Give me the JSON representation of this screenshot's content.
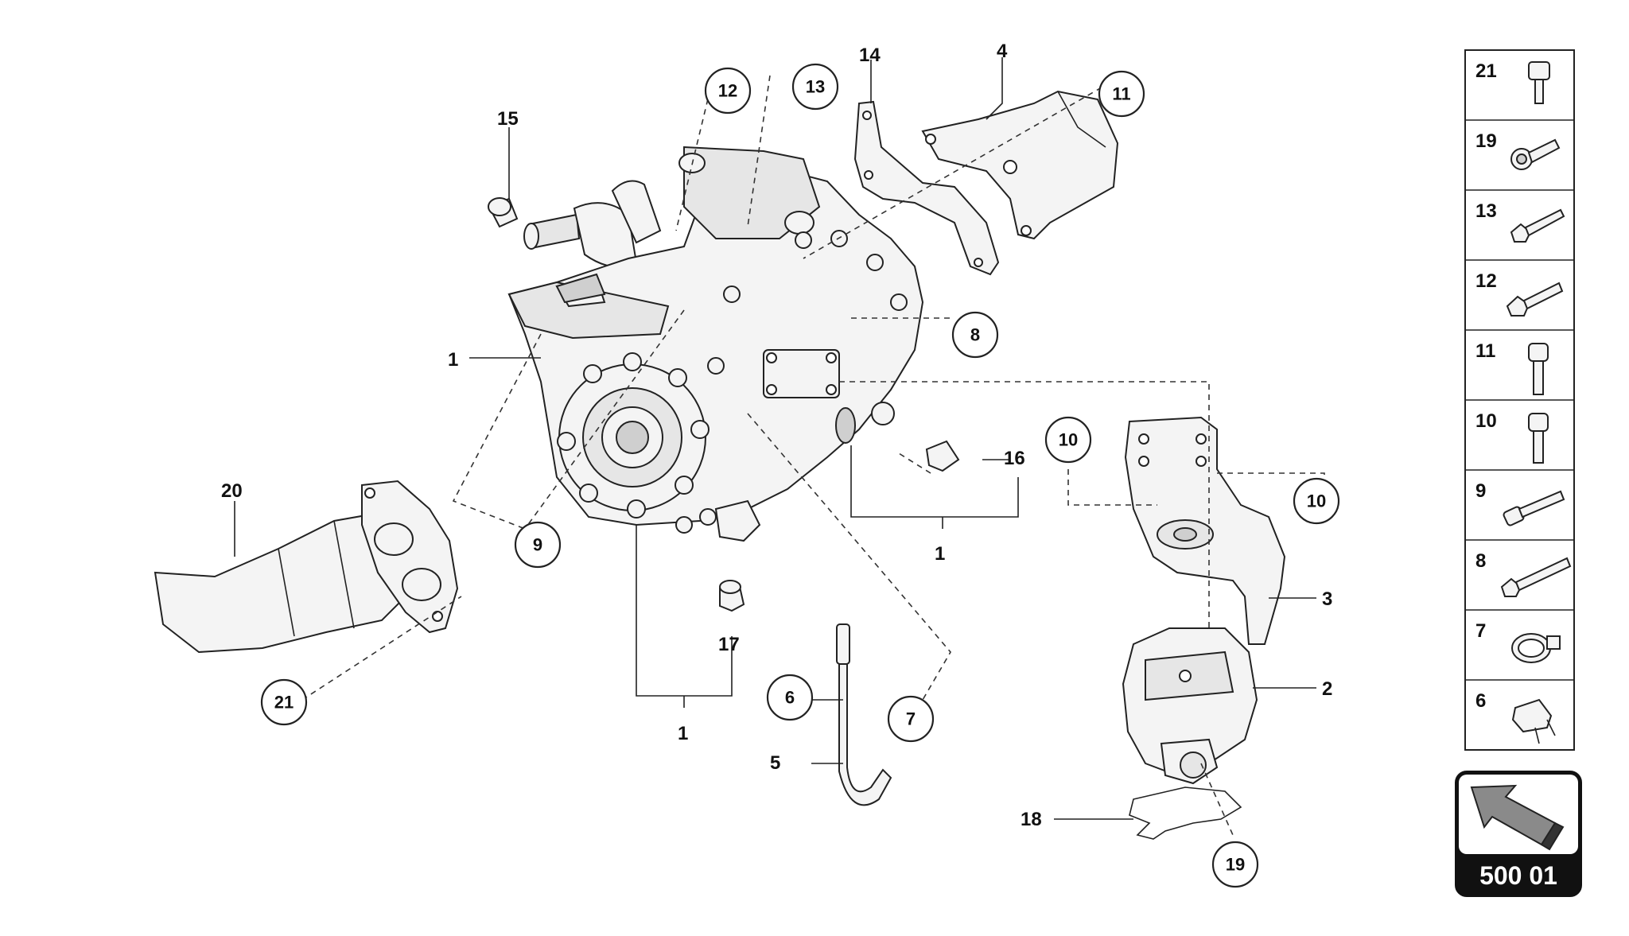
{
  "diagram": {
    "callouts": {
      "c1a": "1",
      "c1b": "1",
      "c1c": "1",
      "c2": "2",
      "c3": "3",
      "c4": "4",
      "c5": "5",
      "c14": "14",
      "c15": "15",
      "c16": "16",
      "c17": "17",
      "c18": "18",
      "c20": "20"
    },
    "circled": {
      "c6": "6",
      "c7": "7",
      "c8": "8",
      "c9": "9",
      "c10a": "10",
      "c10b": "10",
      "c11": "11",
      "c12": "12",
      "c13": "13",
      "c19": "19",
      "c21": "21"
    }
  },
  "hardware_list": [
    {
      "number": "21",
      "icon": "bolt-short-icon"
    },
    {
      "number": "19",
      "icon": "bolt-flange-icon"
    },
    {
      "number": "13",
      "icon": "bolt-long-icon"
    },
    {
      "number": "12",
      "icon": "bolt-long-icon"
    },
    {
      "number": "11",
      "icon": "socket-screw-icon"
    },
    {
      "number": "10",
      "icon": "socket-screw-icon"
    },
    {
      "number": "9",
      "icon": "socket-bolt-long-icon"
    },
    {
      "number": "8",
      "icon": "bolt-extra-long-icon"
    },
    {
      "number": "7",
      "icon": "hose-clamp-icon"
    },
    {
      "number": "6",
      "icon": "clip-icon"
    }
  ],
  "page_button": {
    "label": "500 01",
    "icon": "arrow-up-left-icon"
  }
}
